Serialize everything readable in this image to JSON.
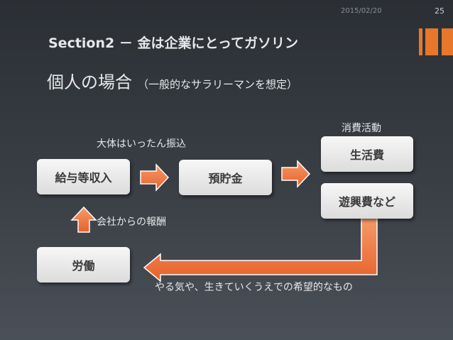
{
  "header": {
    "date": "2015/02/20",
    "page_number": "25"
  },
  "title": "Section2 － 金は企業にとってガソリン",
  "subtitle": {
    "main": "個人の場合",
    "note": "（一般的なサラリーマンを想定）"
  },
  "boxes": {
    "salary": "給与等収入",
    "savings": "預貯金",
    "living_expenses": "生活費",
    "leisure_expenses": "遊興費など",
    "labor": "労働"
  },
  "labels": {
    "deposit_note": "大体はいったん振込",
    "consumption": "消費活動",
    "compensation": "会社からの報酬",
    "motivation": "やる気や、生きていくうえでの希望的なもの"
  },
  "colors": {
    "accent": "#e8762b",
    "arrow_fill": "#f07a3c",
    "box_text": "#3a3a3a"
  }
}
